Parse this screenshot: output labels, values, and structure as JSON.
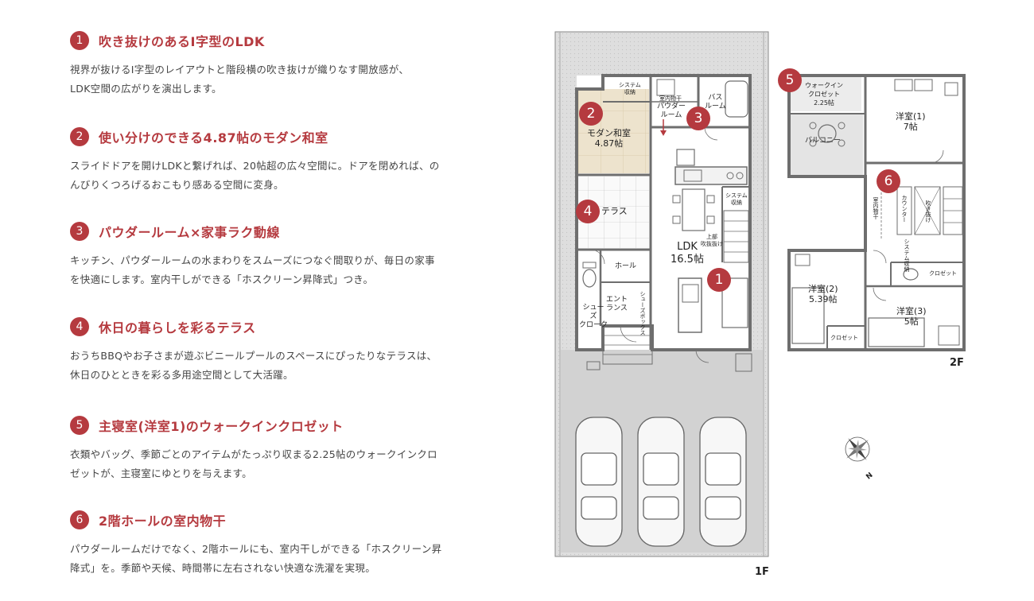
{
  "features": [
    {
      "num": "1",
      "title": "吹き抜けのあるI字型のLDK",
      "desc_lines": [
        "視界が抜けるI字型のレイアウトと階段横の吹き抜けが織りなす開放感が、",
        "LDK空間の広がりを演出します。"
      ]
    },
    {
      "num": "2",
      "title": "使い分けのできる4.87帖のモダン和室",
      "desc_lines": [
        "スライドドアを開けLDKと繋げれば、20帖超の広々空間に。ドアを閉めれば、の",
        "んびりくつろげるおこもり感ある空間に変身。"
      ]
    },
    {
      "num": "3",
      "title": "パウダールーム×家事ラク動線",
      "desc_lines": [
        "キッチン、パウダールームの水まわりをスムーズにつなぐ間取りが、毎日の家事",
        "を快適にします。室内干しができる「ホスクリーン昇降式」つき。"
      ]
    },
    {
      "num": "4",
      "title": "休日の暮らしを彩るテラス",
      "desc_lines": [
        "おうちBBQやお子さまが遊ぶビニールプールのスペースにぴったりなテラスは、",
        "休日のひとときを彩る多用途空間として大活躍。"
      ]
    },
    {
      "num": "5",
      "title": "主寝室(洋室1)のウォークインクロゼット",
      "desc_lines": [
        "衣類やバッグ、季節ごとのアイテムがたっぷり収まる2.25帖のウォークインクロ",
        "ゼットが、主寝室にゆとりを与えます。"
      ]
    },
    {
      "num": "6",
      "title": "2階ホールの室内物干",
      "desc_lines": [
        "パウダールームだけでなく、2階ホールにも、室内干しができる「ホスクリーン昇",
        "降式」を。季節や天候、時間帯に左右されない快適な洗濯を実現。"
      ]
    }
  ],
  "plan": {
    "floor1_label": "1F",
    "floor2_label": "2F",
    "compass_label": "N",
    "markers": [
      "1",
      "2",
      "3",
      "4",
      "5",
      "6"
    ],
    "rooms_1f": {
      "system_storage_top": "システム\n収納",
      "laundry": "室内物干",
      "powder": "パウダー\nルーム",
      "bath": "バス\nルーム",
      "washitsu": "モダン和室\n4.87帖",
      "terrace": "テラス",
      "system_storage_mid": "システム\n収納",
      "void": "上部\n吹抜抜け",
      "ldk": "LDK\n16.5帖",
      "hall": "ホール",
      "entrance": "エント\nランス",
      "shoes_box": "シューズボックス",
      "shoes_cloak": "シュー\nズ\nクローク"
    },
    "rooms_2f": {
      "walkin": "ウォークイン\nクロゼット\n2.25帖",
      "balcony": "バルコニー",
      "western1": "洋室(1)\n7帖",
      "laundry2": "室内物干",
      "counter": "カウンター",
      "stair_void": "吹き抜け",
      "system_storage_2f": "システム収納",
      "closet_a": "クロゼット",
      "western2": "洋室(2)\n5.39帖",
      "closet_b": "クロゼット",
      "western3": "洋室(3)\n5帖"
    }
  },
  "colors": {
    "accent": "#b53a3f",
    "wall": "#6e6e6e",
    "site": "#d9d9d9",
    "tatami": "#ede3cd",
    "deck": "#cfcfcf"
  }
}
